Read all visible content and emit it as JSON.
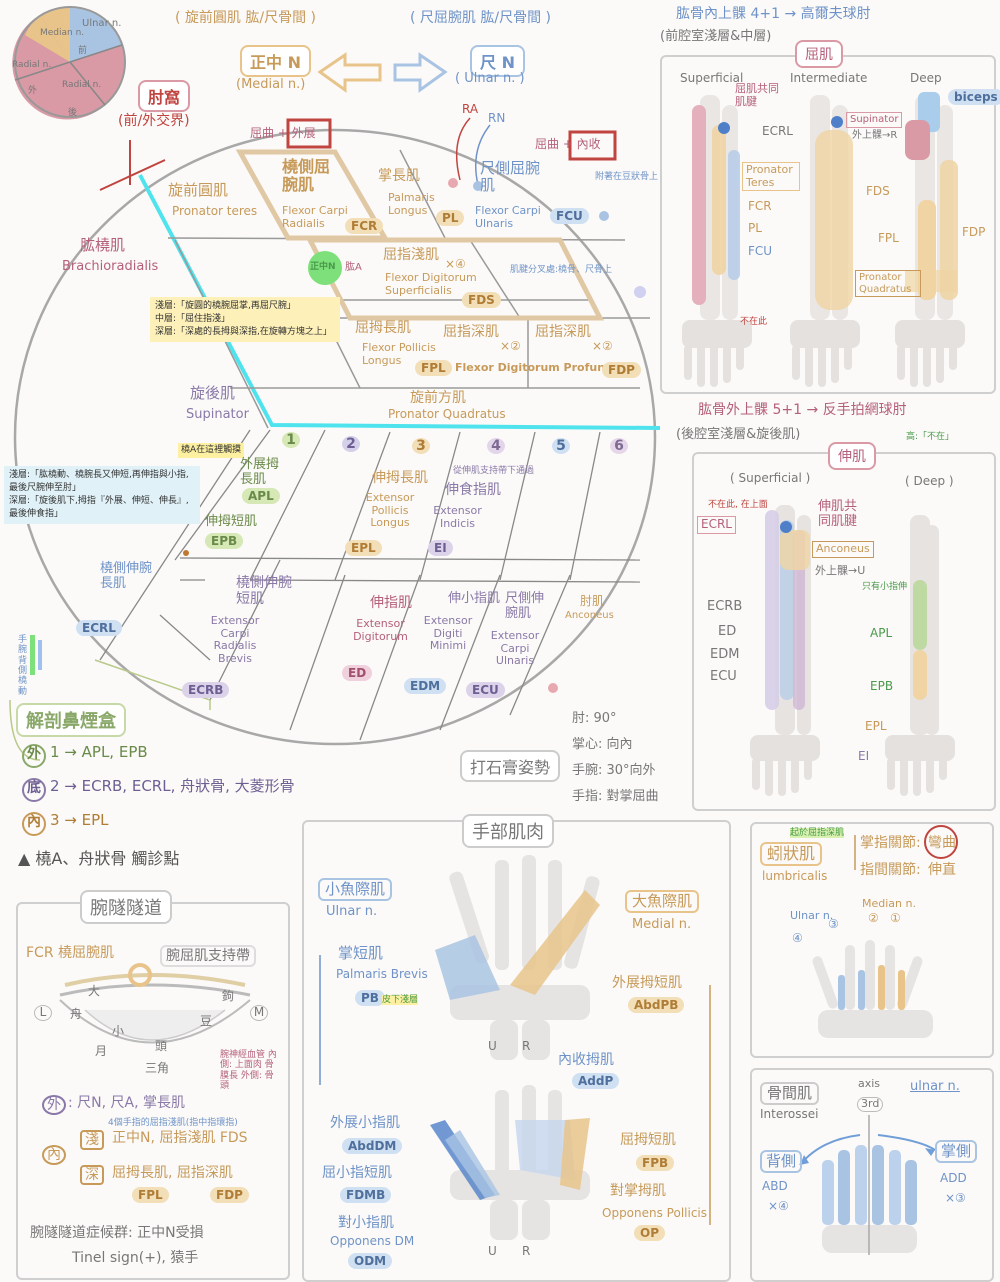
{
  "colors": {
    "median": "#e8c48b",
    "ulnar": "#a9c4e3",
    "radial": "#d99aa6",
    "tan": "#c79a5a",
    "blue": "#6f93c8",
    "purple": "#8a79a8",
    "cyan": "#4fe3ee",
    "red": "#c0443f"
  },
  "legend_circle": {
    "median": "Median n.",
    "front": "前",
    "ulnar": "Ulnar n.",
    "radial_left": "Radial n.",
    "outer": "外",
    "radial_right": "Radial n.",
    "back": "後"
  },
  "header": {
    "pt_origin": "( 旋前圓肌 肱/尺骨間 )",
    "fcu_origin": "( 尺屈腕肌 肱/尺骨間 )",
    "median_nerve": "正中 N",
    "median_nerve_en": "(Medial n.)",
    "ulnar_nerve": "尺 N",
    "ulnar_nerve_en": "( Ulnar n. )",
    "cubital_fossa": "肘窩",
    "cubital_fossa_sub": "(前/外交界)",
    "flexor_outer": "屈曲 + 外展",
    "flexor_inner": "屈曲 + 內收",
    "ra": "RA",
    "rn": "RN",
    "fcu_note": "附著在豆狀骨上"
  },
  "forearm_front": {
    "pt_cn": "旋前圓肌",
    "pt_en": "Pronator teres",
    "fcr_cn": "橈側屈腕肌",
    "fcr_en": "Flexor Carpi Radialis",
    "fcr_abbr": "FCR",
    "pl_cn": "掌長肌",
    "pl_en": "Palmaris Longus",
    "pl_abbr": "PL",
    "fcu_cn": "尺側屈腕肌",
    "fcu_en": "Flexor Carpi Ulnaris",
    "fcu_abbr": "FCU",
    "br_cn": "肱橈肌",
    "br_en": "Brachioradialis",
    "median_a": "正中N",
    "brachial_a": "肱A",
    "fds_cn": "屈指淺肌",
    "fds_x": "×④",
    "fds_en": "Flexor Digitorum Superficialis",
    "fds_abbr": "FDS",
    "fds_note": "肌腱分叉處:橈骨、尺骨上",
    "fpl_cn": "屈拇長肌",
    "fpl_en": "Flexor Pollicis Longus",
    "fpl_abbr": "FPL",
    "fdp_cn1": "屈指深肌",
    "fdp_x1": "×②",
    "fdp_cn2": "屈指深肌",
    "fdp_x2": "×②",
    "fdp_en": "Flexor Digitorum Profundus",
    "fdp_abbr": "FDP",
    "sup_cn": "旋後肌",
    "sup_en": "Supinator",
    "pq_cn": "旋前方肌",
    "pq_en": "Pronator Quadratus",
    "layer_note": [
      "淺層:「旋圓的橈腕屈掌,再屈尺腕」",
      "中層:「屈住指淺」",
      "深層:「深處的長拇與深指,在旋轉方塊之上」"
    ],
    "hl_note": "橈A在這裡觸摸"
  },
  "forearm_back": {
    "compartments": [
      "1",
      "2",
      "3",
      "4",
      "5",
      "6"
    ],
    "apl_cn": "外展拇長肌",
    "apl_abbr": "APL",
    "epb_cn": "伸拇短肌",
    "epb_abbr": "EPB",
    "epl_cn": "伸拇長肌",
    "epl_en": "Extensor Pollicis Longus",
    "epl_abbr": "EPL",
    "ei_cn": "伸食指肌",
    "ei_en": "Extensor Indicis",
    "ei_abbr": "EI",
    "ei_note": "從伸肌支持帶下通過",
    "ecrl_cn": "橈側伸腕長肌",
    "ecrl_abbr": "ECRL",
    "ecrb_cn": "橈側伸腕短肌",
    "ecrb_en": "Extensor Carpi Radialis Brevis",
    "ecrb_abbr": "ECRB",
    "ed_cn": "伸指肌",
    "ed_en": "Extensor Digitorum",
    "ed_abbr": "ED",
    "edm_cn": "伸小指肌",
    "edm_en": "Extensor Digiti Minimi",
    "edm_abbr": "EDM",
    "ecu_cn": "尺側伸腕肌",
    "ecu_en": "Extensor Carpi Ulnaris",
    "ecu_abbr": "ECU",
    "anc_cn": "肘肌",
    "anc_en": "Anconeus",
    "back_note": [
      "淺層:「肱橈動、橈腕長又伸短,再伸指與小指,最後尺腕伸至肘」",
      "深層:「旋後肌下,拇指『外展、伸短、伸長』,最後伸食指」"
    ],
    "side_note": "手腕背側橈動"
  },
  "snuffbox": {
    "title": "解剖鼻煙盒",
    "row1_circle": "外",
    "row1": "1 → APL, EPB",
    "row2_circle": "底",
    "row2": "2 → ECRB, ECRL, 舟狀骨, 大菱形骨",
    "row3_circle": "內",
    "row3": "3 → EPL",
    "foot": "▲ 橈A、舟狀骨 觸診點"
  },
  "position": {
    "title": "打石膏姿勢",
    "items": [
      "肘: 90°",
      "掌心: 向內",
      "手腕: 30°向外",
      "手指: 對掌屈曲"
    ]
  },
  "top_right": {
    "title": "肱骨內上髁 4+1 → 高爾夫球肘",
    "subtitle": "(前腔室淺層&中層)",
    "tag": "屈肌",
    "sup": "Superficial",
    "mid": "Intermediate",
    "deep": "Deep",
    "biceps": "biceps",
    "common": "屈肌共同肌腱",
    "supinator": "Supinator",
    "sup_note": "外上髁→R",
    "ecrl": "ECRL",
    "pt": "Pronator Teres",
    "fcr": "FCR",
    "pl": "PL",
    "fcu": "FCU",
    "fds": "FDS",
    "fpl": "FPL",
    "fdp": "FDP",
    "pq": "Pronator Quadratus",
    "ecrl_note": "不在此"
  },
  "right_mid": {
    "title": "肱骨外上髁 5+1 → 反手拍網球肘",
    "subtitle": "(後腔室淺層&旋後肌)",
    "tag": "伸肌",
    "sup": "( Superficial )",
    "deep": "( Deep )",
    "note": "高:「不在」",
    "ecrl_note": "不在此, 在上面",
    "common": "伸肌共同肌腱",
    "anc": "Anconeus",
    "lat": "外上髁→U",
    "ecrl": "ECRL",
    "labels": [
      "ECRB",
      "ED",
      "EDM",
      "ECU"
    ],
    "deep_labels": [
      "APL",
      "EPB",
      "EPL",
      "EI"
    ],
    "green_note": "只有小指伸"
  },
  "tunnel": {
    "title": "腕隧隧道",
    "fcr": "FCR 橈屈腕肌",
    "ret": "腕屈肌支持帶",
    "carpals": [
      "大",
      "舟",
      "小",
      "頭",
      "月",
      "三角",
      "豆",
      "鉤"
    ],
    "l": "L",
    "m": "M",
    "note": "腕神經血管 內側: 上面肉 骨膜長 外側: 骨頭",
    "out_c": "外",
    "out": ": 尺N, 尺A, 掌長肌",
    "in_c": "內",
    "shallow_c": "淺",
    "shallow": "正中N, 屈指淺肌 FDS",
    "deep_c": "深",
    "deep": "屈拇長肌, 屈指深肌",
    "fpl": "FPL",
    "fdp": "FDP",
    "ts_note": "4個手指的屈指淺肌(指中指環指)",
    "foot1": "腕隧隧道症候群: 正中N受損",
    "foot2": "Tinel sign(+), 猿手"
  },
  "hand": {
    "title": "手部肌肉",
    "hypo": "小魚際肌",
    "hypo_en": "Ulnar n.",
    "then": "大魚際肌",
    "then_en": "Medial n.",
    "pb_cn": "掌短肌",
    "pb_en": "Palmaris Brevis",
    "pb": "PB",
    "pb_note": "皮下淺層",
    "abdpb_cn": "外展拇短肌",
    "abdpb": "AbdPB",
    "addp_cn": "內收拇肌",
    "addp": "AddP",
    "abddm_cn": "外展小指肌",
    "abddm": "AbdDM",
    "fdmb_cn": "屈小指短肌",
    "fdmb": "FDMB",
    "odm_cn": "對小指肌",
    "odm_en": "Opponens DM",
    "odm": "ODM",
    "fpb_cn": "屈拇短肌",
    "fpb": "FPB",
    "op_cn": "對掌拇肌",
    "op_en": "Opponens Pollicis",
    "op": "OP",
    "u": "U",
    "r": "R"
  },
  "lumb": {
    "cn": "蚓狀肌",
    "en": "lumbricalis",
    "mcp": "掌指關節:",
    "mcp_v": "彎曲",
    "ip": "指間關節:",
    "ip_v": "伸直",
    "note": "起於屈指深肌",
    "ulnar": "Ulnar n.",
    "median": "Median n.",
    "u_nums": [
      "④",
      "③"
    ],
    "m_nums": [
      "②",
      "①"
    ]
  },
  "inter": {
    "cn": "骨間肌",
    "en": "Interossei",
    "axis": "axis",
    "third": "3rd",
    "ulnar": "ulnar n.",
    "back": "背側",
    "abd": "ABD",
    "abd_x": "×④",
    "palm": "掌側",
    "add": "ADD",
    "add_x": "×③"
  }
}
